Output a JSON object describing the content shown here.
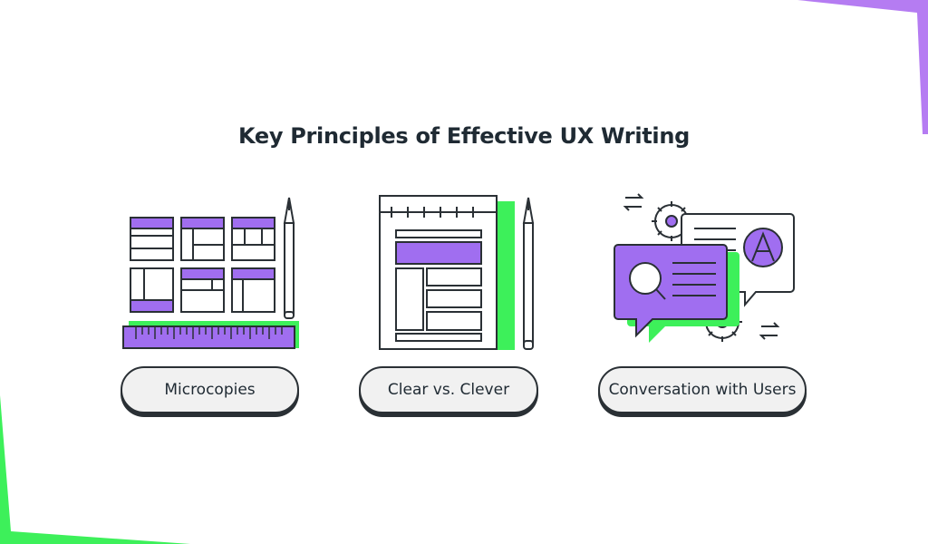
{
  "title": "Key Principles of Effective UX Writing",
  "colors": {
    "accent_purple": "#a06ef0",
    "accent_green": "#3df05a",
    "corner_purple": "#b57cf2",
    "ink": "#1f2a33",
    "pill_fill": "#f1f1f1"
  },
  "principles": [
    {
      "label": "Microcopies",
      "icon": "wireframe-layout-icon"
    },
    {
      "label": "Clear vs. Clever",
      "icon": "notepad-icon"
    },
    {
      "label": "Conversation with Users",
      "icon": "chat-bubbles-icon"
    }
  ]
}
